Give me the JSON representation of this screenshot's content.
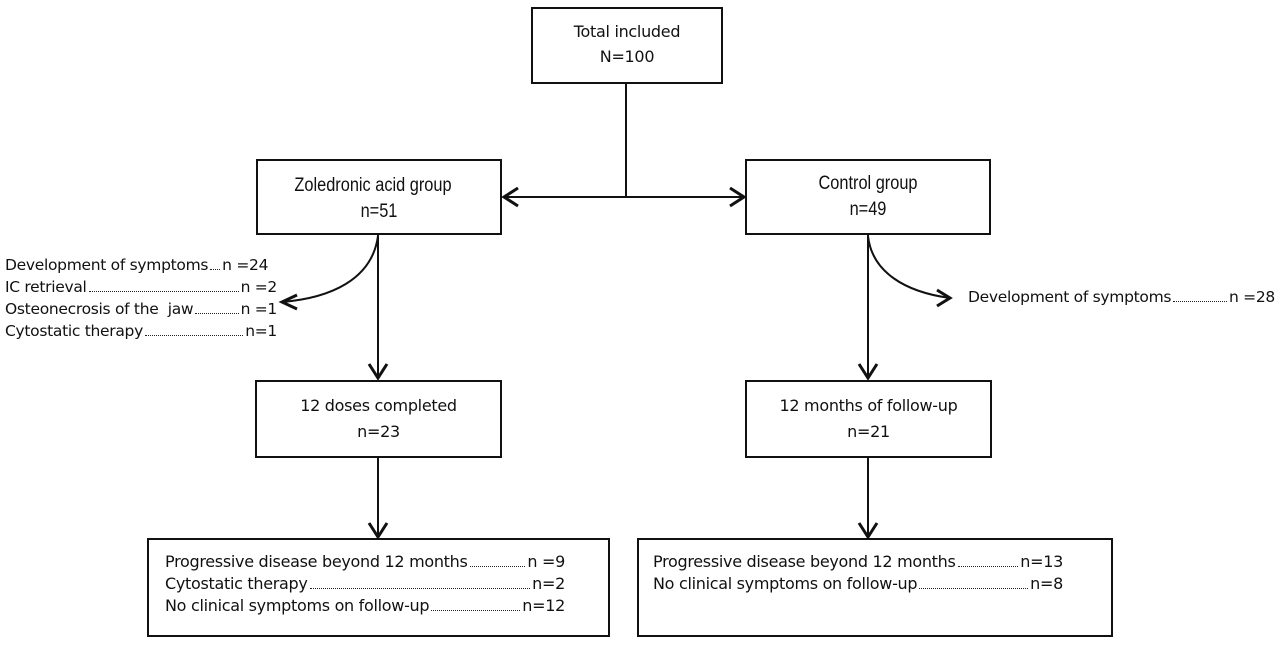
{
  "diagram": {
    "type": "flowchart",
    "nodes": {
      "total": {
        "title": "Total included",
        "count": "N=100"
      },
      "zoledronic": {
        "title": "Zoledronic acid group",
        "count": "n=51"
      },
      "control": {
        "title": "Control group",
        "count": "n=49"
      },
      "zol_completed": {
        "title": "12 doses completed",
        "count": "n=23"
      },
      "control_followup": {
        "title": "12 months of follow-up",
        "count": "n=21"
      }
    },
    "exclusions": {
      "zoledronic": [
        {
          "label": "Development of symptoms",
          "value": "n =24"
        },
        {
          "label": "IC retrieval",
          "value": "n =2"
        },
        {
          "label": "Osteonecrosis of the  jaw",
          "value": "n =1"
        },
        {
          "label": "Cytostatic therapy",
          "value": "n=1"
        }
      ],
      "control": [
        {
          "label": "Development of symptoms",
          "value": "n =28"
        }
      ]
    },
    "outcomes": {
      "zoledronic": [
        {
          "label": "Progressive disease beyond 12 months",
          "value": "n =9"
        },
        {
          "label": "Cytostatic therapy",
          "value": "n=2"
        },
        {
          "label": "No clinical symptoms on follow-up",
          "value": "n=12"
        }
      ],
      "control": [
        {
          "label": "Progressive disease beyond 12 months",
          "value": "n=13"
        },
        {
          "label": "No clinical symptoms on follow-up",
          "value": "n=8"
        }
      ]
    },
    "edges": [
      [
        "total",
        "zoledronic"
      ],
      [
        "total",
        "control"
      ],
      [
        "zoledronic",
        "zoledronic-exclusions"
      ],
      [
        "zoledronic",
        "zol_completed"
      ],
      [
        "control",
        "control-exclusions"
      ],
      [
        "control",
        "control_followup"
      ],
      [
        "zol_completed",
        "zoledronic-outcomes"
      ],
      [
        "control_followup",
        "control-outcomes"
      ]
    ]
  }
}
